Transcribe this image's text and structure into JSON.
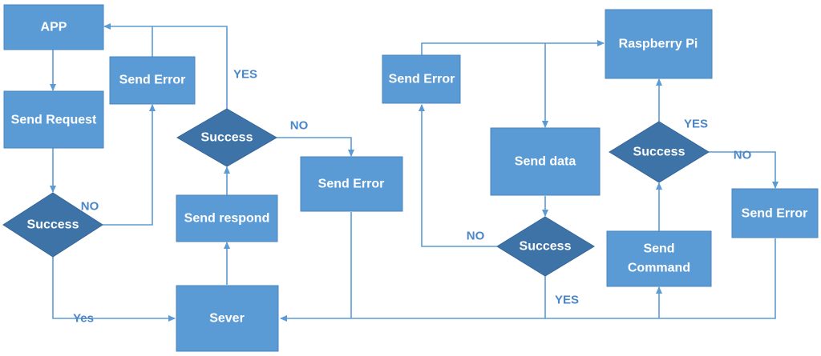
{
  "nodes": {
    "app": "APP",
    "send_request": "Send Request",
    "success_1": "Success",
    "send_error_1": "Send Error",
    "success_2": "Success",
    "send_respond": "Send respond",
    "sever": "Sever",
    "send_error_2": "Send Error",
    "send_error_3": "Send Error",
    "send_data": "Send data",
    "success_3": "Success",
    "raspberry_pi": "Raspberry Pi",
    "success_4": "Success",
    "send_command_line1": "Send",
    "send_command_line2": "Command",
    "send_error_4": "Send Error"
  },
  "edge_labels": {
    "no_1": "NO",
    "yes_1": "Yes",
    "yes_2": "YES",
    "no_2": "NO",
    "no_3": "NO",
    "yes_3": "YES",
    "yes_4": "YES",
    "no_4": "NO"
  },
  "colors": {
    "box_fill": "#5b9bd5",
    "diamond_fill": "#3e73a8",
    "line": "#5b9bd5",
    "edge_label": "#4a86c8"
  }
}
